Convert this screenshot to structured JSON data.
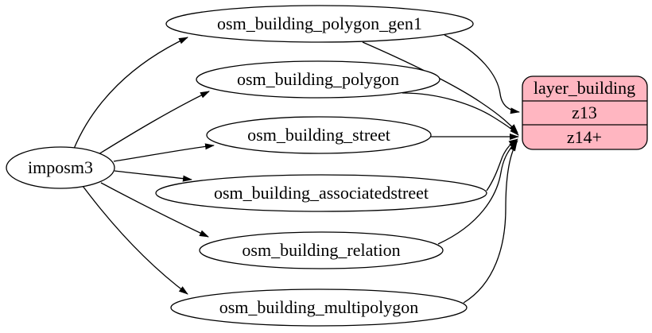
{
  "diagram": {
    "source": {
      "label": "imposm3"
    },
    "tables": [
      {
        "label": "osm_building_polygon_gen1"
      },
      {
        "label": "osm_building_polygon"
      },
      {
        "label": "osm_building_street"
      },
      {
        "label": "osm_building_associatedstreet"
      },
      {
        "label": "osm_building_relation"
      },
      {
        "label": "osm_building_multipolygon"
      }
    ],
    "layer": {
      "title": "layer_building",
      "rows": [
        {
          "label": "z13"
        },
        {
          "label": "z14+"
        }
      ]
    },
    "edges": [
      {
        "from": "imposm3",
        "to": "osm_building_polygon_gen1"
      },
      {
        "from": "imposm3",
        "to": "osm_building_polygon"
      },
      {
        "from": "imposm3",
        "to": "osm_building_street"
      },
      {
        "from": "imposm3",
        "to": "osm_building_associatedstreet"
      },
      {
        "from": "imposm3",
        "to": "osm_building_relation"
      },
      {
        "from": "imposm3",
        "to": "osm_building_multipolygon"
      },
      {
        "from": "osm_building_polygon_gen1",
        "to": "layer_building:z13"
      },
      {
        "from": "osm_building_polygon_gen1",
        "to": "layer_building:z14+"
      },
      {
        "from": "osm_building_polygon",
        "to": "layer_building:z14+"
      },
      {
        "from": "osm_building_street",
        "to": "layer_building:z14+"
      },
      {
        "from": "osm_building_associatedstreet",
        "to": "layer_building:z14+"
      },
      {
        "from": "osm_building_relation",
        "to": "layer_building:z14+"
      },
      {
        "from": "osm_building_multipolygon",
        "to": "layer_building:z14+"
      }
    ],
    "colors": {
      "layer_node_fill": "#ffb6c1",
      "table_node_fill": "#ffffff",
      "stroke": "#000000",
      "background": "#ffffff"
    }
  }
}
